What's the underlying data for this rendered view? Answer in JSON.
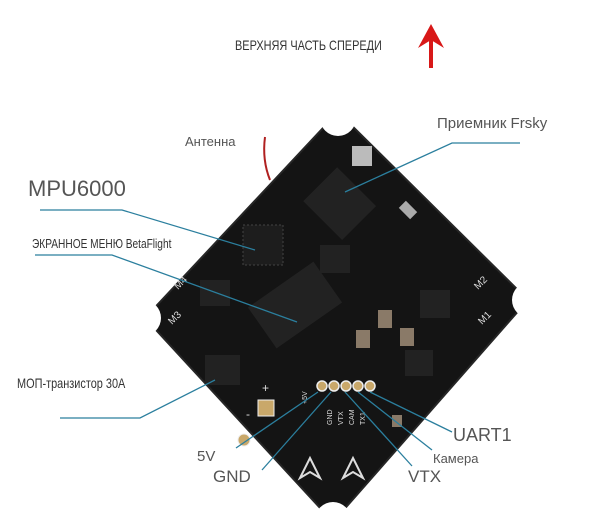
{
  "header": {
    "orientation_label": "ВЕРХНЯЯ ЧАСТЬ СПЕРЕДИ",
    "arrow_color": "#d81818"
  },
  "labels": {
    "antenna": "Антенна",
    "receiver": "Приемник Frsky",
    "mpu": "MPU6000",
    "osd": "ЭКРАННОЕ МЕНЮ BetaFlight",
    "mosfet": "МОП-транзистор 30A",
    "v5": "5V",
    "gnd": "GND",
    "vtx": "VTX",
    "camera": "Камера",
    "uart": "UART1"
  },
  "board_marks": {
    "m1": "M1",
    "m2": "M2",
    "m3": "M3",
    "m4": "M4",
    "plus": "+",
    "minus": "-",
    "pad_labels": [
      "+5V",
      "GND",
      "VTX",
      "CAM",
      "TX1"
    ]
  },
  "colors": {
    "leader_line": "#2b7f9e",
    "board": "#141414",
    "label_text": "#555555"
  }
}
